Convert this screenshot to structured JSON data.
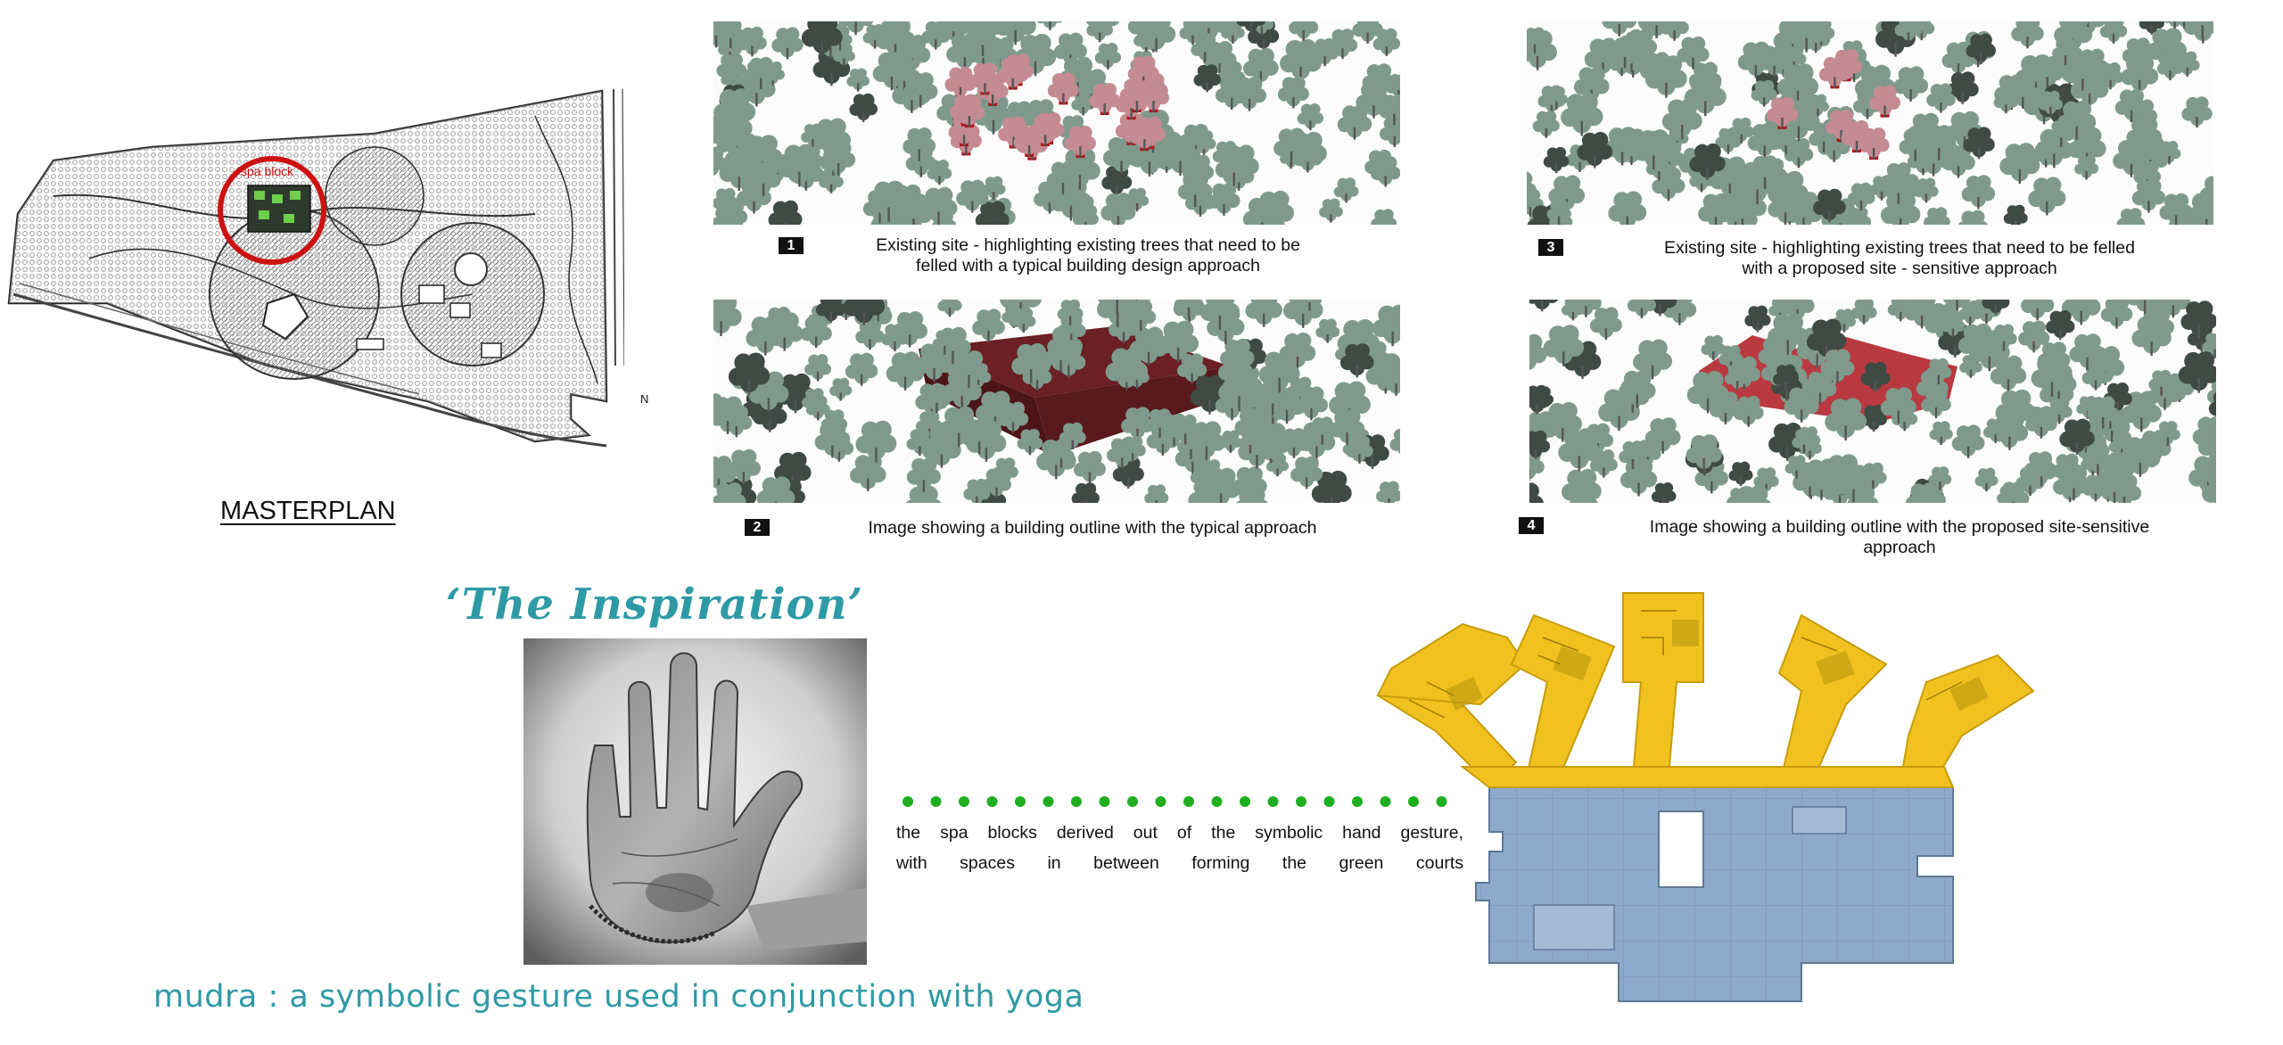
{
  "masterplan": {
    "title": "MASTERPLAN",
    "spa_label": "spa block",
    "north_label": "N"
  },
  "panels": [
    {
      "number": "1",
      "caption_line1": "Existing site - highlighting existing trees that need to be",
      "caption_line2": "felled with a typical building design approach"
    },
    {
      "number": "2",
      "caption_line1": "Image showing a building outline with the typical approach",
      "caption_line2": ""
    },
    {
      "number": "3",
      "caption_line1": "Existing site - highlighting existing trees that need to be felled",
      "caption_line2": "with a proposed site - sensitive approach"
    },
    {
      "number": "4",
      "caption_line1": "Image showing a building outline with the proposed site-sensitive",
      "caption_line2": "approach"
    }
  ],
  "inspiration": {
    "title": "‘The Inspiration’",
    "description_line1": "the spa blocks derived out of the symbolic hand gesture,",
    "description_line2": "with spaces in between forming the green courts",
    "mudra_caption": "mudra : a symbolic gesture used in conjunction with yoga"
  },
  "colors": {
    "teal_heading": "#2e9aa5",
    "tree": "#7f9a8c",
    "tree_dark": "#3f4a44",
    "highlight_tree": "#c48b92",
    "building_typical": "#6a2024",
    "building_sensitive": "#b8393f",
    "plan_yellow": "#f1c21f",
    "plan_blue": "#8eaacb",
    "dot_green": "#1fae1f",
    "masterplan_circle": "#cc1111"
  }
}
